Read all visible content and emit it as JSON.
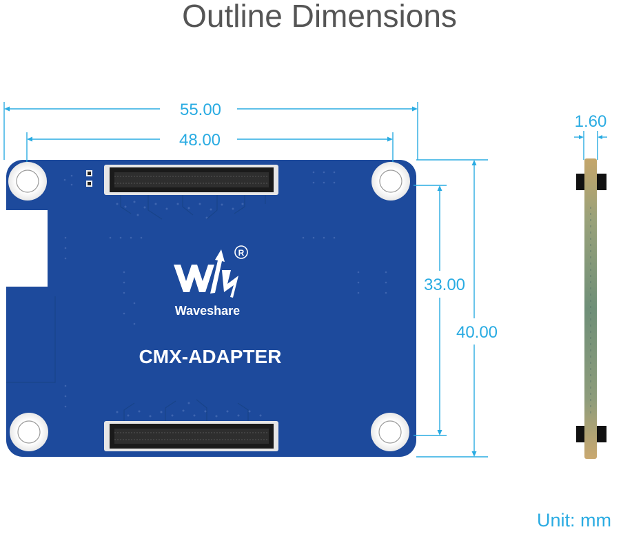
{
  "title": "Outline Dimensions",
  "board": {
    "brand": "Waveshare",
    "product": "CMX-ADAPTER",
    "registered_mark": "R"
  },
  "dimensions": {
    "total_width": "55.00",
    "hole_spacing_width": "48.00",
    "hole_spacing_height": "33.00",
    "total_height": "40.00",
    "thickness": "1.60"
  },
  "unit": "Unit: mm",
  "colors": {
    "pcb": "#1d4a9c",
    "dimension": "#29abe2",
    "title": "#555555"
  }
}
